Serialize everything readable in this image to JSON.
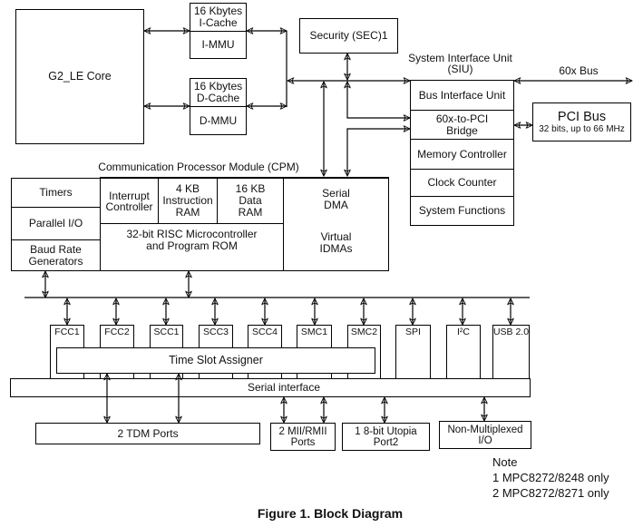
{
  "core": {
    "label": "G2_LE Core"
  },
  "icache": {
    "line1": "16 Kbytes",
    "line2": "I-Cache",
    "mmu": "I-MMU"
  },
  "dcache": {
    "line1": "16 Kbytes",
    "line2": "D-Cache",
    "mmu": "D-MMU"
  },
  "security": {
    "label": "Security (SEC)1"
  },
  "siu": {
    "title_line1": "System Interface Unit",
    "title_line2": "(SIU)",
    "blocks": {
      "bus_interface": "Bus Interface Unit",
      "bridge_line1": "60x-to-PCI",
      "bridge_line2": "Bridge",
      "memory_controller": "Memory Controller",
      "clock_counter": "Clock Counter",
      "system_functions": "System Functions"
    }
  },
  "bus_60x": {
    "label": "60x Bus"
  },
  "pci": {
    "title": "PCI Bus",
    "subtitle": "32 bits, up to 66 MHz"
  },
  "cpm": {
    "title": "Communication Processor Module (CPM)",
    "timers": "Timers",
    "parallel_io": "Parallel I/O",
    "baud_line1": "Baud Rate",
    "baud_line2": "Generators",
    "interrupt_line1": "Interrupt",
    "interrupt_line2": "Controller",
    "iram_line1": "4 KB",
    "iram_line2": "Instruction",
    "iram_line3": "RAM",
    "dram_line1": "16 KB",
    "dram_line2": "Data",
    "dram_line3": "RAM",
    "risc_line1": "32-bit RISC Microcontroller",
    "risc_line2": "and Program ROM",
    "sdma_line1": "Serial",
    "sdma_line2": "DMA",
    "vidma_line1": "Virtual",
    "vidma_line2": "IDMAs"
  },
  "peripherals": [
    "FCC1",
    "FCC2",
    "SCC1",
    "SCC3",
    "SCC4",
    "SMC1",
    "SMC2",
    "SPI",
    "I²C",
    "USB 2.0"
  ],
  "tsa": {
    "label": "Time Slot Assigner"
  },
  "serial_interface": {
    "label": "Serial interface"
  },
  "ports": {
    "tdm": "2 TDM Ports",
    "mii_line1": "2 MII/RMII",
    "mii_line2": "Ports",
    "utopia_line1": "1 8-bit Utopia",
    "utopia_line2": "Port2",
    "nonmux_line1": "Non-Multiplexed",
    "nonmux_line2": "I/O"
  },
  "note": {
    "title": "Note",
    "items": [
      "1 MPC8272/8248 only",
      "2 MPC8272/8271 only"
    ]
  },
  "figure": {
    "caption": "Figure 1. Block Diagram"
  }
}
